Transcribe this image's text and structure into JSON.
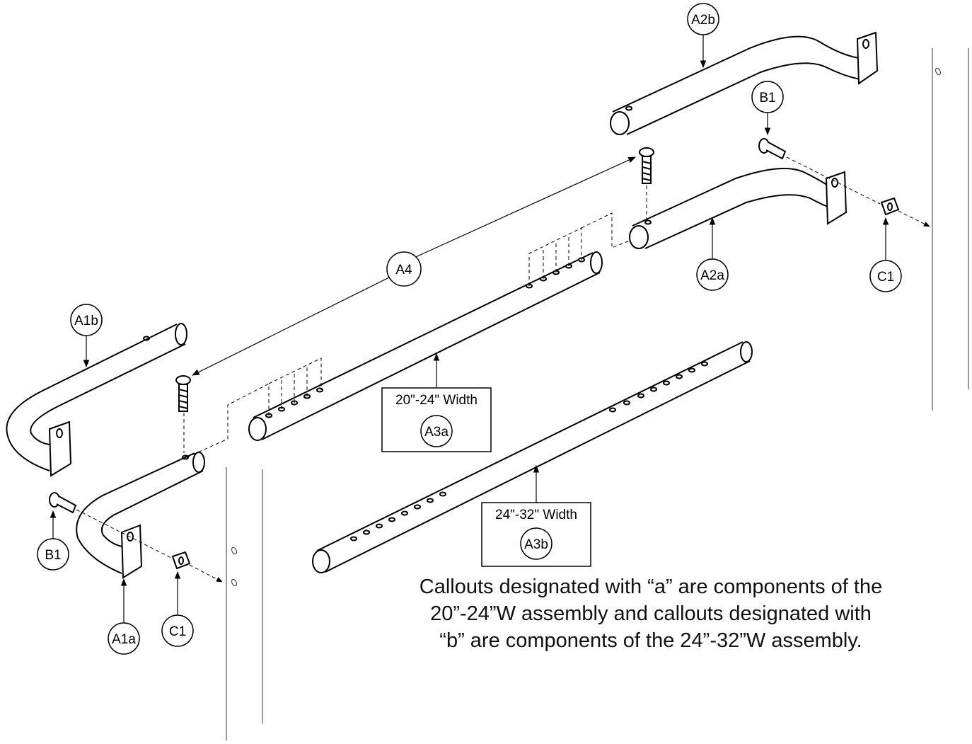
{
  "callouts": {
    "A1a": "A1a",
    "A1b": "A1b",
    "A2a": "A2a",
    "A2b": "A2b",
    "A3a": "A3a",
    "A3b": "A3b",
    "A4": "A4",
    "B1": "B1",
    "C1": "C1"
  },
  "labels": {
    "width_20_24": "20\"-24\" Width",
    "width_24_32": "24\"-32\" Width"
  },
  "note": {
    "line1": "Callouts designated with “a” are components of the",
    "line2": "20”-24”W assembly and callouts designated with",
    "line3": "“b” are components of the 24”-32”W assembly."
  }
}
